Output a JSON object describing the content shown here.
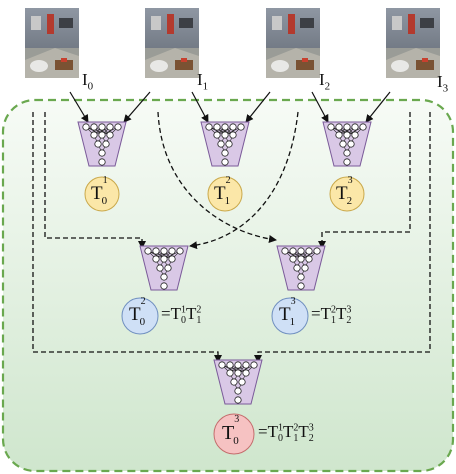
{
  "inputs": [
    {
      "label_base": "I",
      "label_index": "0"
    },
    {
      "label_base": "I",
      "label_index": "1"
    },
    {
      "label_base": "I",
      "label_index": "2"
    },
    {
      "label_base": "I",
      "label_index": "3"
    }
  ],
  "level1_nodes": [
    {
      "base": "T",
      "sub": "0",
      "sup": "1"
    },
    {
      "base": "T",
      "sub": "1",
      "sup": "2"
    },
    {
      "base": "T",
      "sub": "2",
      "sup": "3"
    }
  ],
  "level2_nodes": [
    {
      "base": "T",
      "sub": "0",
      "sup": "2",
      "equation": [
        {
          "sub": "0",
          "sup": "1"
        },
        {
          "sub": "1",
          "sup": "2"
        }
      ]
    },
    {
      "base": "T",
      "sub": "1",
      "sup": "3",
      "equation": [
        {
          "sub": "1",
          "sup": "2"
        },
        {
          "sub": "2",
          "sup": "3"
        }
      ]
    }
  ],
  "level3_node": {
    "base": "T",
    "sub": "0",
    "sup": "3",
    "equation": [
      {
        "sub": "0",
        "sup": "1"
      },
      {
        "sub": "1",
        "sup": "2"
      },
      {
        "sub": "2",
        "sup": "3"
      }
    ]
  },
  "colors": {
    "panel_fill_top": "#f7fbf6",
    "panel_fill_bottom": "#cfe6cd",
    "panel_border": "#6aa84f",
    "network_fill": "#d9c8e6",
    "network_stroke": "#7a5a99",
    "node_yellow": "#fbe7a8",
    "node_blue": "#cfe0f6",
    "node_red": "#f6c2c2"
  },
  "icons": {
    "input_image": "room-photo-icon",
    "network": "neural-network-icon"
  }
}
